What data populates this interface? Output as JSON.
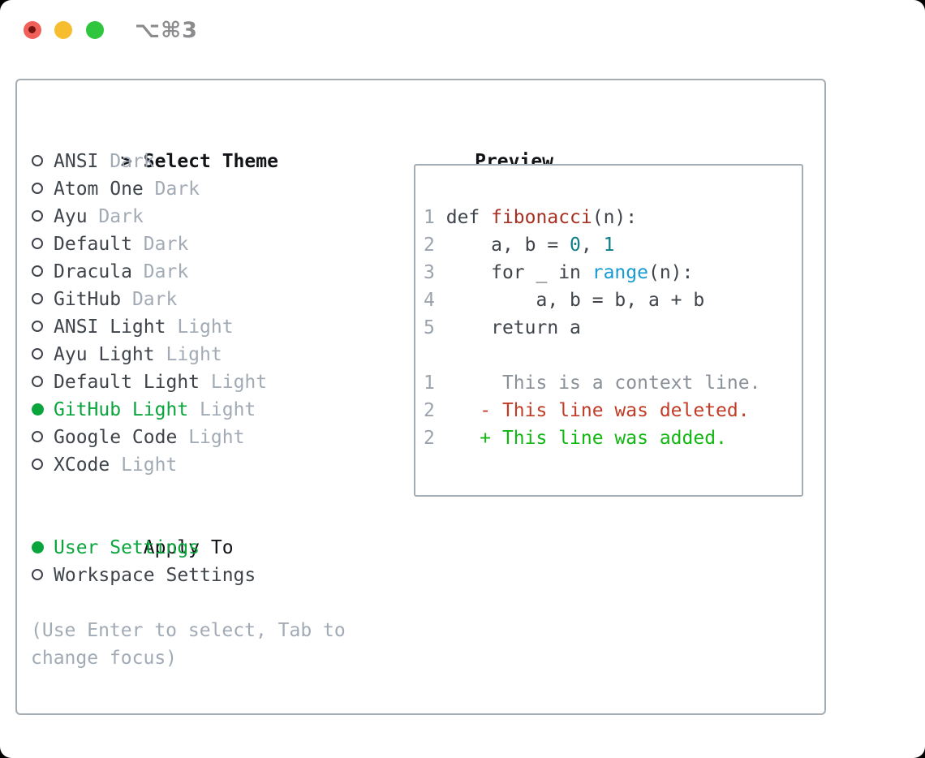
{
  "window": {
    "shortcut_label": "⌥⌘3"
  },
  "theme_picker": {
    "prompt": ">",
    "title": "Select Theme",
    "themes": [
      {
        "name": "ANSI",
        "variant": "Dark",
        "selected": false
      },
      {
        "name": "Atom One",
        "variant": "Dark",
        "selected": false
      },
      {
        "name": "Ayu",
        "variant": "Dark",
        "selected": false
      },
      {
        "name": "Default",
        "variant": "Dark",
        "selected": false
      },
      {
        "name": "Dracula",
        "variant": "Dark",
        "selected": false
      },
      {
        "name": "GitHub",
        "variant": "Dark",
        "selected": false
      },
      {
        "name": "ANSI Light",
        "variant": "Light",
        "selected": false
      },
      {
        "name": "Ayu Light",
        "variant": "Light",
        "selected": false
      },
      {
        "name": "Default Light",
        "variant": "Light",
        "selected": false
      },
      {
        "name": "GitHub Light",
        "variant": "Light",
        "selected": true
      },
      {
        "name": "Google Code",
        "variant": "Light",
        "selected": false
      },
      {
        "name": "XCode",
        "variant": "Light",
        "selected": false
      }
    ],
    "apply_to": {
      "title": "Apply To",
      "options": [
        {
          "name": "User Settings",
          "selected": true
        },
        {
          "name": "Workspace Settings",
          "selected": false
        }
      ]
    },
    "hint_lines": [
      "(Use Enter to select, Tab to",
      "change focus)"
    ]
  },
  "preview": {
    "title": "Preview",
    "lines": [
      {
        "num": "1",
        "segments": [
          {
            "text": "def ",
            "style": "code"
          },
          {
            "text": "fibonacci",
            "style": "function"
          },
          {
            "text": "(n):",
            "style": "code"
          }
        ]
      },
      {
        "num": "2",
        "segments": [
          {
            "text": "    a, b = ",
            "style": "code"
          },
          {
            "text": "0",
            "style": "number"
          },
          {
            "text": ", ",
            "style": "code"
          },
          {
            "text": "1",
            "style": "number"
          }
        ]
      },
      {
        "num": "3",
        "segments": [
          {
            "text": "    for _ in ",
            "style": "code"
          },
          {
            "text": "range",
            "style": "builtin"
          },
          {
            "text": "(n):",
            "style": "code"
          }
        ]
      },
      {
        "num": "4",
        "segments": [
          {
            "text": "        a, b = b, a + b",
            "style": "code"
          }
        ]
      },
      {
        "num": "5",
        "segments": [
          {
            "text": "    return a",
            "style": "code"
          }
        ]
      },
      {
        "num": "",
        "segments": []
      },
      {
        "num": "1",
        "segments": [
          {
            "text": "     This is a context line.",
            "style": "context"
          }
        ]
      },
      {
        "num": "2",
        "segments": [
          {
            "text": "   - This line was deleted.",
            "style": "deleted"
          }
        ]
      },
      {
        "num": "2",
        "segments": [
          {
            "text": "   + This line was added.",
            "style": "added"
          }
        ]
      }
    ]
  },
  "colors": {
    "accent_green": "#0aa53c",
    "added_green": "#12b712",
    "deleted_red": "#c23b27",
    "function_red": "#a63022",
    "number_teal": "#0d7e86",
    "builtin_blue": "#179bd3",
    "text_dark": "#3f444b",
    "heading_black": "#111316",
    "muted_gray": "#a2abb5",
    "line_number_gray": "#9aa3ad",
    "context_gray": "#8a9199",
    "border_gray": "#a4acb4",
    "traffic_red": "#f2605a",
    "traffic_red_dot": "#73150f",
    "traffic_yellow": "#f6bd2f",
    "traffic_green": "#2fc63e",
    "titlebar_text": "#8b8b8d"
  }
}
